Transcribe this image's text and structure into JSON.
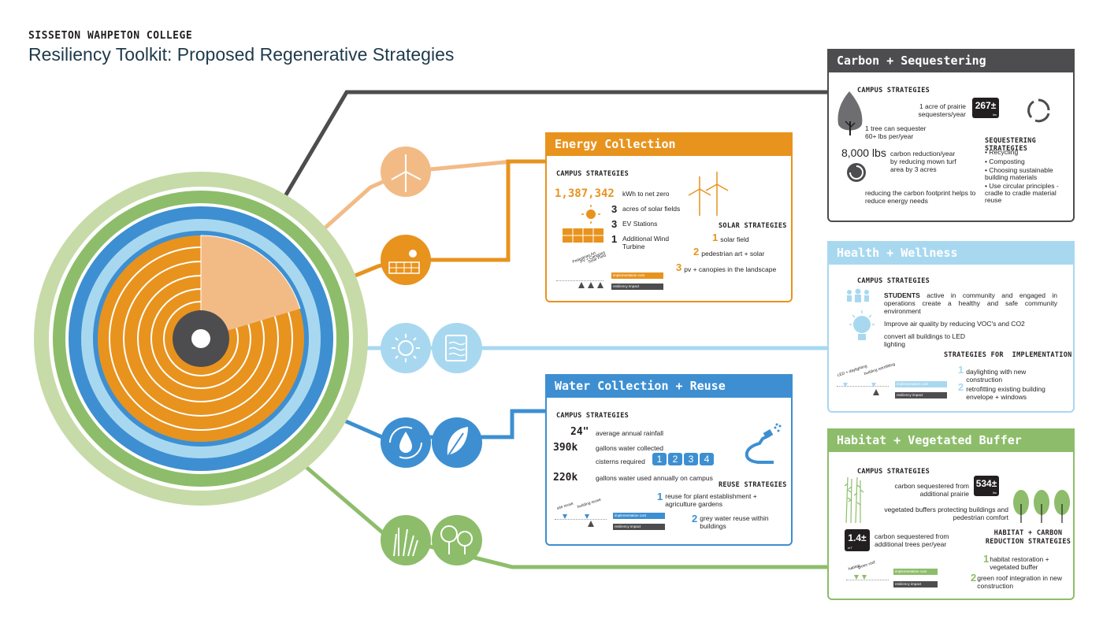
{
  "header": {
    "org": "SISSETON WAHPETON COLLEGE",
    "title": "Resiliency Toolkit: Proposed Regenerative Strategies"
  },
  "colors": {
    "carbon": "#4d4d4f",
    "energy": "#e8931e",
    "energy_light": "#f2bb86",
    "health": "#a8d8f0",
    "water": "#3d8fd1",
    "habitat": "#8dbd6a",
    "habitat_light": "#c7dba8"
  },
  "carbon": {
    "title": "Carbon + Sequestering",
    "campus_label": "CAMPUS STRATEGIES",
    "prairie_text": "1 acre of prairie sequesters/year",
    "prairie_value": "267±",
    "prairie_unit": "lbs",
    "tree_text": "1 tree can sequester 60+ lbs per/year",
    "reduction_value": "8,000 lbs",
    "reduction_text": "carbon reduction/year by reducing mown turf area by 3 acres",
    "footprint_text": "reducing the carbon footprint helps to reduce energy needs",
    "seq_label": "SEQUESTERING STRATEGIES",
    "seq_items": [
      "• Recycling",
      "• Composting",
      "• Choosing sustainable building materials",
      "• Use circular principles - cradle to cradle material reuse"
    ]
  },
  "energy": {
    "title": "Energy Collection",
    "campus_label": "CAMPUS STRATEGIES",
    "kwh_value": "1,387,342",
    "kwh_text": "kWh to net zero",
    "stats": [
      {
        "n": "3",
        "text": "acres of solar fields"
      },
      {
        "n": "3",
        "text": "EV Stations"
      },
      {
        "n": "1",
        "text": "Additional Wind Turbine"
      }
    ],
    "solar_label": "SOLAR STRATEGIES",
    "solar_items": [
      {
        "n": "1",
        "text": "solar field"
      },
      {
        "n": "2",
        "text": "pedestrian art + solar"
      },
      {
        "n": "3",
        "text": "pv + canopies in the landscape"
      }
    ],
    "scale_labels": [
      "Pedestrian Art",
      "PV + Canopies",
      "Solar Field"
    ],
    "impl_cost": "implementation cost",
    "resiliency": "resiliency impact"
  },
  "health": {
    "title": "Health + Wellness",
    "campus_label": "CAMPUS STRATEGIES",
    "students_bold": "STUDENTS",
    "students_text": "active in community and engaged in operations create a healthy and safe community environment",
    "air_text": "Improve air quality by reducing VOC's and CO2",
    "led_text": "convert all buildings to LED lighting",
    "impl_label": "STRATEGIES FOR  IMPLEMENTATION",
    "impl_items": [
      {
        "n": "1",
        "text": "daylighting with new construction"
      },
      {
        "n": "2",
        "text": "retrofitting existing building envelope + windows"
      }
    ],
    "scale_labels": [
      "LED + daylighting",
      "building retrofitting"
    ],
    "impl_cost": "implementation cost",
    "resiliency": "resiliency impact"
  },
  "water": {
    "title": "Water Collection + Reuse",
    "campus_label": "CAMPUS STRATEGIES",
    "rain_value": "24\"",
    "rain_text": "average annual rainfall",
    "collected_value": "390k",
    "collected_text": "gallons water collected",
    "cisterns_text": "cisterns required",
    "cisterns": [
      "1",
      "2",
      "3",
      "4"
    ],
    "used_value": "220k",
    "used_text": "gallons water used annually on campus",
    "reuse_label": "REUSE STRATEGIES",
    "reuse_items": [
      {
        "n": "1",
        "text": "reuse for plant establishment + agriculture gardens"
      },
      {
        "n": "2",
        "text": "grey water reuse within buildings"
      }
    ],
    "scale_labels": [
      "site reuse",
      "building reuse"
    ],
    "impl_cost": "implementation cost",
    "resiliency": "resiliency impact"
  },
  "habitat": {
    "title": "Habitat + Vegetated Buffer",
    "campus_label": "CAMPUS STRATEGIES",
    "prairie_text": "carbon sequestered from additional prairie",
    "prairie_value": "534±",
    "prairie_unit": "lbs",
    "buffer_text": "vegetated buffers protecting buildings and pedestrian comfort",
    "trees_value": "1.4±",
    "trees_unit": "mT",
    "trees_text": "carbon sequestered from additional trees per/year",
    "hab_label": "HABITAT + CARBON REDUCTION STRATEGIES",
    "hab_items": [
      {
        "n": "1",
        "text": "habitat restoration + vegetated buffer"
      },
      {
        "n": "2",
        "text": "green roof integration in new construction"
      }
    ],
    "scale_labels": [
      "habitat",
      "green roof"
    ],
    "impl_cost": "implementation cost",
    "resiliency": "resiliency impact"
  }
}
